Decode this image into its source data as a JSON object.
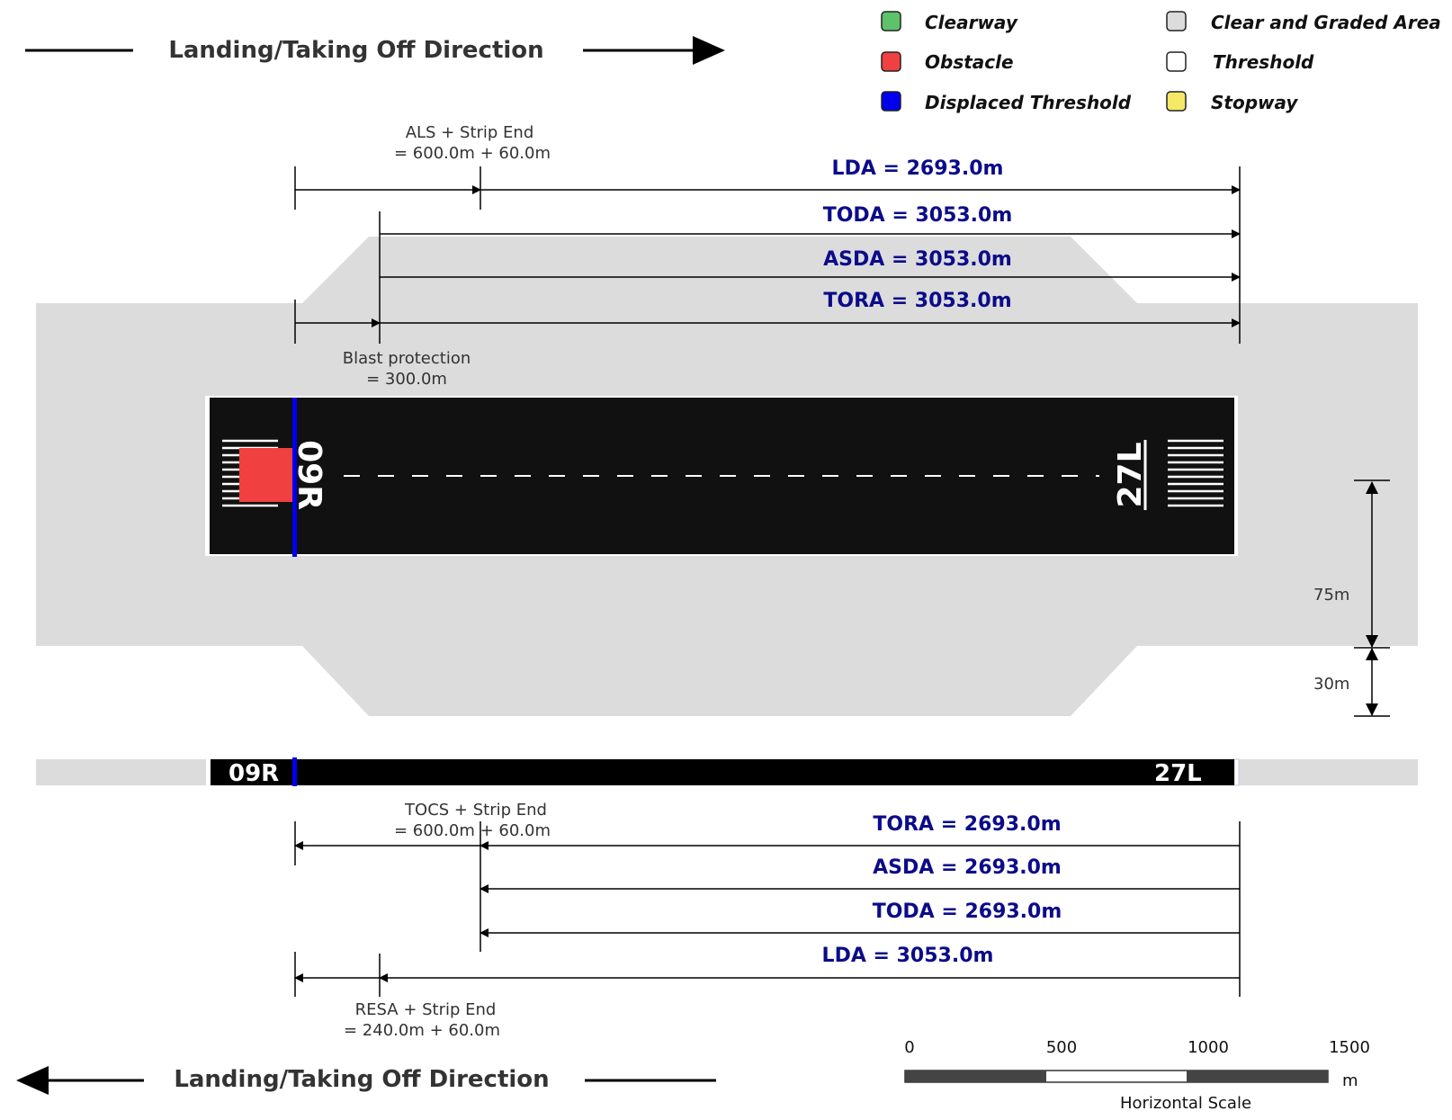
{
  "direction": {
    "top_label": "Landing/Taking Off Direction",
    "bottom_label": "Landing/Taking Off Direction"
  },
  "legend": [
    {
      "label": "Clearway",
      "color": "#5ec26a"
    },
    {
      "label": "Obstacle",
      "color": "#f04040"
    },
    {
      "label": "Displaced Threshold",
      "color": "#0000ee"
    },
    {
      "label": "Clear and Graded Area",
      "color": "#dcdcdc"
    },
    {
      "label": "Threshold",
      "color": "#ffffff"
    },
    {
      "label": "Stopway",
      "color": "#f5e867"
    }
  ],
  "colors": {
    "cga": "#dcdcdc",
    "runway": "#111111",
    "obstacle": "#f04040",
    "displaced_threshold": "#0000ee",
    "dist_label": "#0b0b8a"
  },
  "top": {
    "als_line1": "ALS + Strip End",
    "als_line2": "= 600.0m + 60.0m",
    "lda": "LDA = 2693.0m",
    "toda": "TODA = 3053.0m",
    "asda": "ASDA = 3053.0m",
    "tora": "TORA = 3053.0m",
    "blast_line1": "Blast protection",
    "blast_line2": "= 300.0m"
  },
  "runway": {
    "left_designator": "09R",
    "right_designator": "27L"
  },
  "dimensions": {
    "half_strip": "75m",
    "graded_extra": "30m"
  },
  "side_view": {
    "left_designator": "09R",
    "right_designator": "27L"
  },
  "bottom": {
    "tocs_line1": "TOCS + Strip End",
    "tocs_line2": "= 600.0m + 60.0m",
    "tora": "TORA = 2693.0m",
    "asda": "ASDA = 2693.0m",
    "toda": "TODA = 2693.0m",
    "lda": "LDA = 3053.0m",
    "resa_line1": "RESA + Strip End",
    "resa_line2": "= 240.0m + 60.0m"
  },
  "scale": {
    "ticks": [
      "0",
      "500",
      "1000",
      "1500"
    ],
    "unit": "m",
    "caption": "Horizontal Scale"
  }
}
